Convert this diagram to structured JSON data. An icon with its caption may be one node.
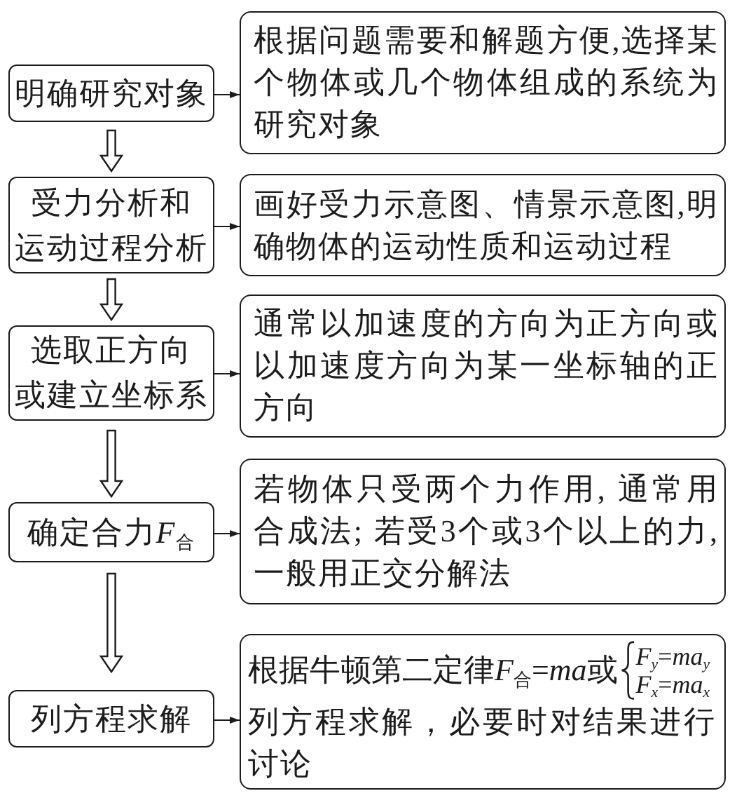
{
  "diagram": {
    "nodes": [
      {
        "text": [
          "明确研究对象"
        ]
      },
      {
        "text": [
          "根据问题需要和解题方便,选择某个物体或几个物体组成的系统为研究对象"
        ]
      },
      {
        "text": [
          "受力分析和运动过程分析"
        ]
      },
      {
        "text": [
          "画好受力示意图、情景示意图,明确物体的运动性质和运动过程"
        ]
      },
      {
        "text": [
          "选取正方向或建立坐标系"
        ]
      },
      {
        "text": [
          "通常以加速度的方向为正方向或以加速度方向为某一坐标轴的正方向"
        ]
      },
      {
        "text": [
          "确定合力F$_{合}$"
        ]
      },
      {
        "text": [
          "若物体只受两个力作用, 通常用合成法; 若受3个或3个以上的力, 一般用正交分解法"
        ]
      },
      {
        "text": [
          "列方程求解"
        ]
      },
      {
        "text": [
          "根据牛顿第二定律F$_{合}$=ma或",
          "*F*$_{y}$=*ma*$_{y}$",
          "*F*$_{x}$=*ma*$_{x}$",
          "列方程求解，必要时对结果进行讨论"
        ]
      }
    ],
    "edges": [
      {
        "from": 0,
        "to": 1,
        "arrow": "to"
      },
      {
        "from": 0,
        "to": 2,
        "arrow": "to",
        "style": "thick"
      },
      {
        "from": 2,
        "to": 3,
        "arrow": "to"
      },
      {
        "from": 2,
        "to": 4,
        "arrow": "to",
        "style": "thick"
      },
      {
        "from": 4,
        "to": 5,
        "arrow": "to"
      },
      {
        "from": 4,
        "to": 6,
        "arrow": "to",
        "style": "thick"
      },
      {
        "from": 6,
        "to": 7,
        "arrow": "to"
      },
      {
        "from": 6,
        "to": 8,
        "arrow": "to",
        "style": "thick"
      },
      {
        "from": 8,
        "to": 9,
        "arrow": "to"
      }
    ]
  }
}
